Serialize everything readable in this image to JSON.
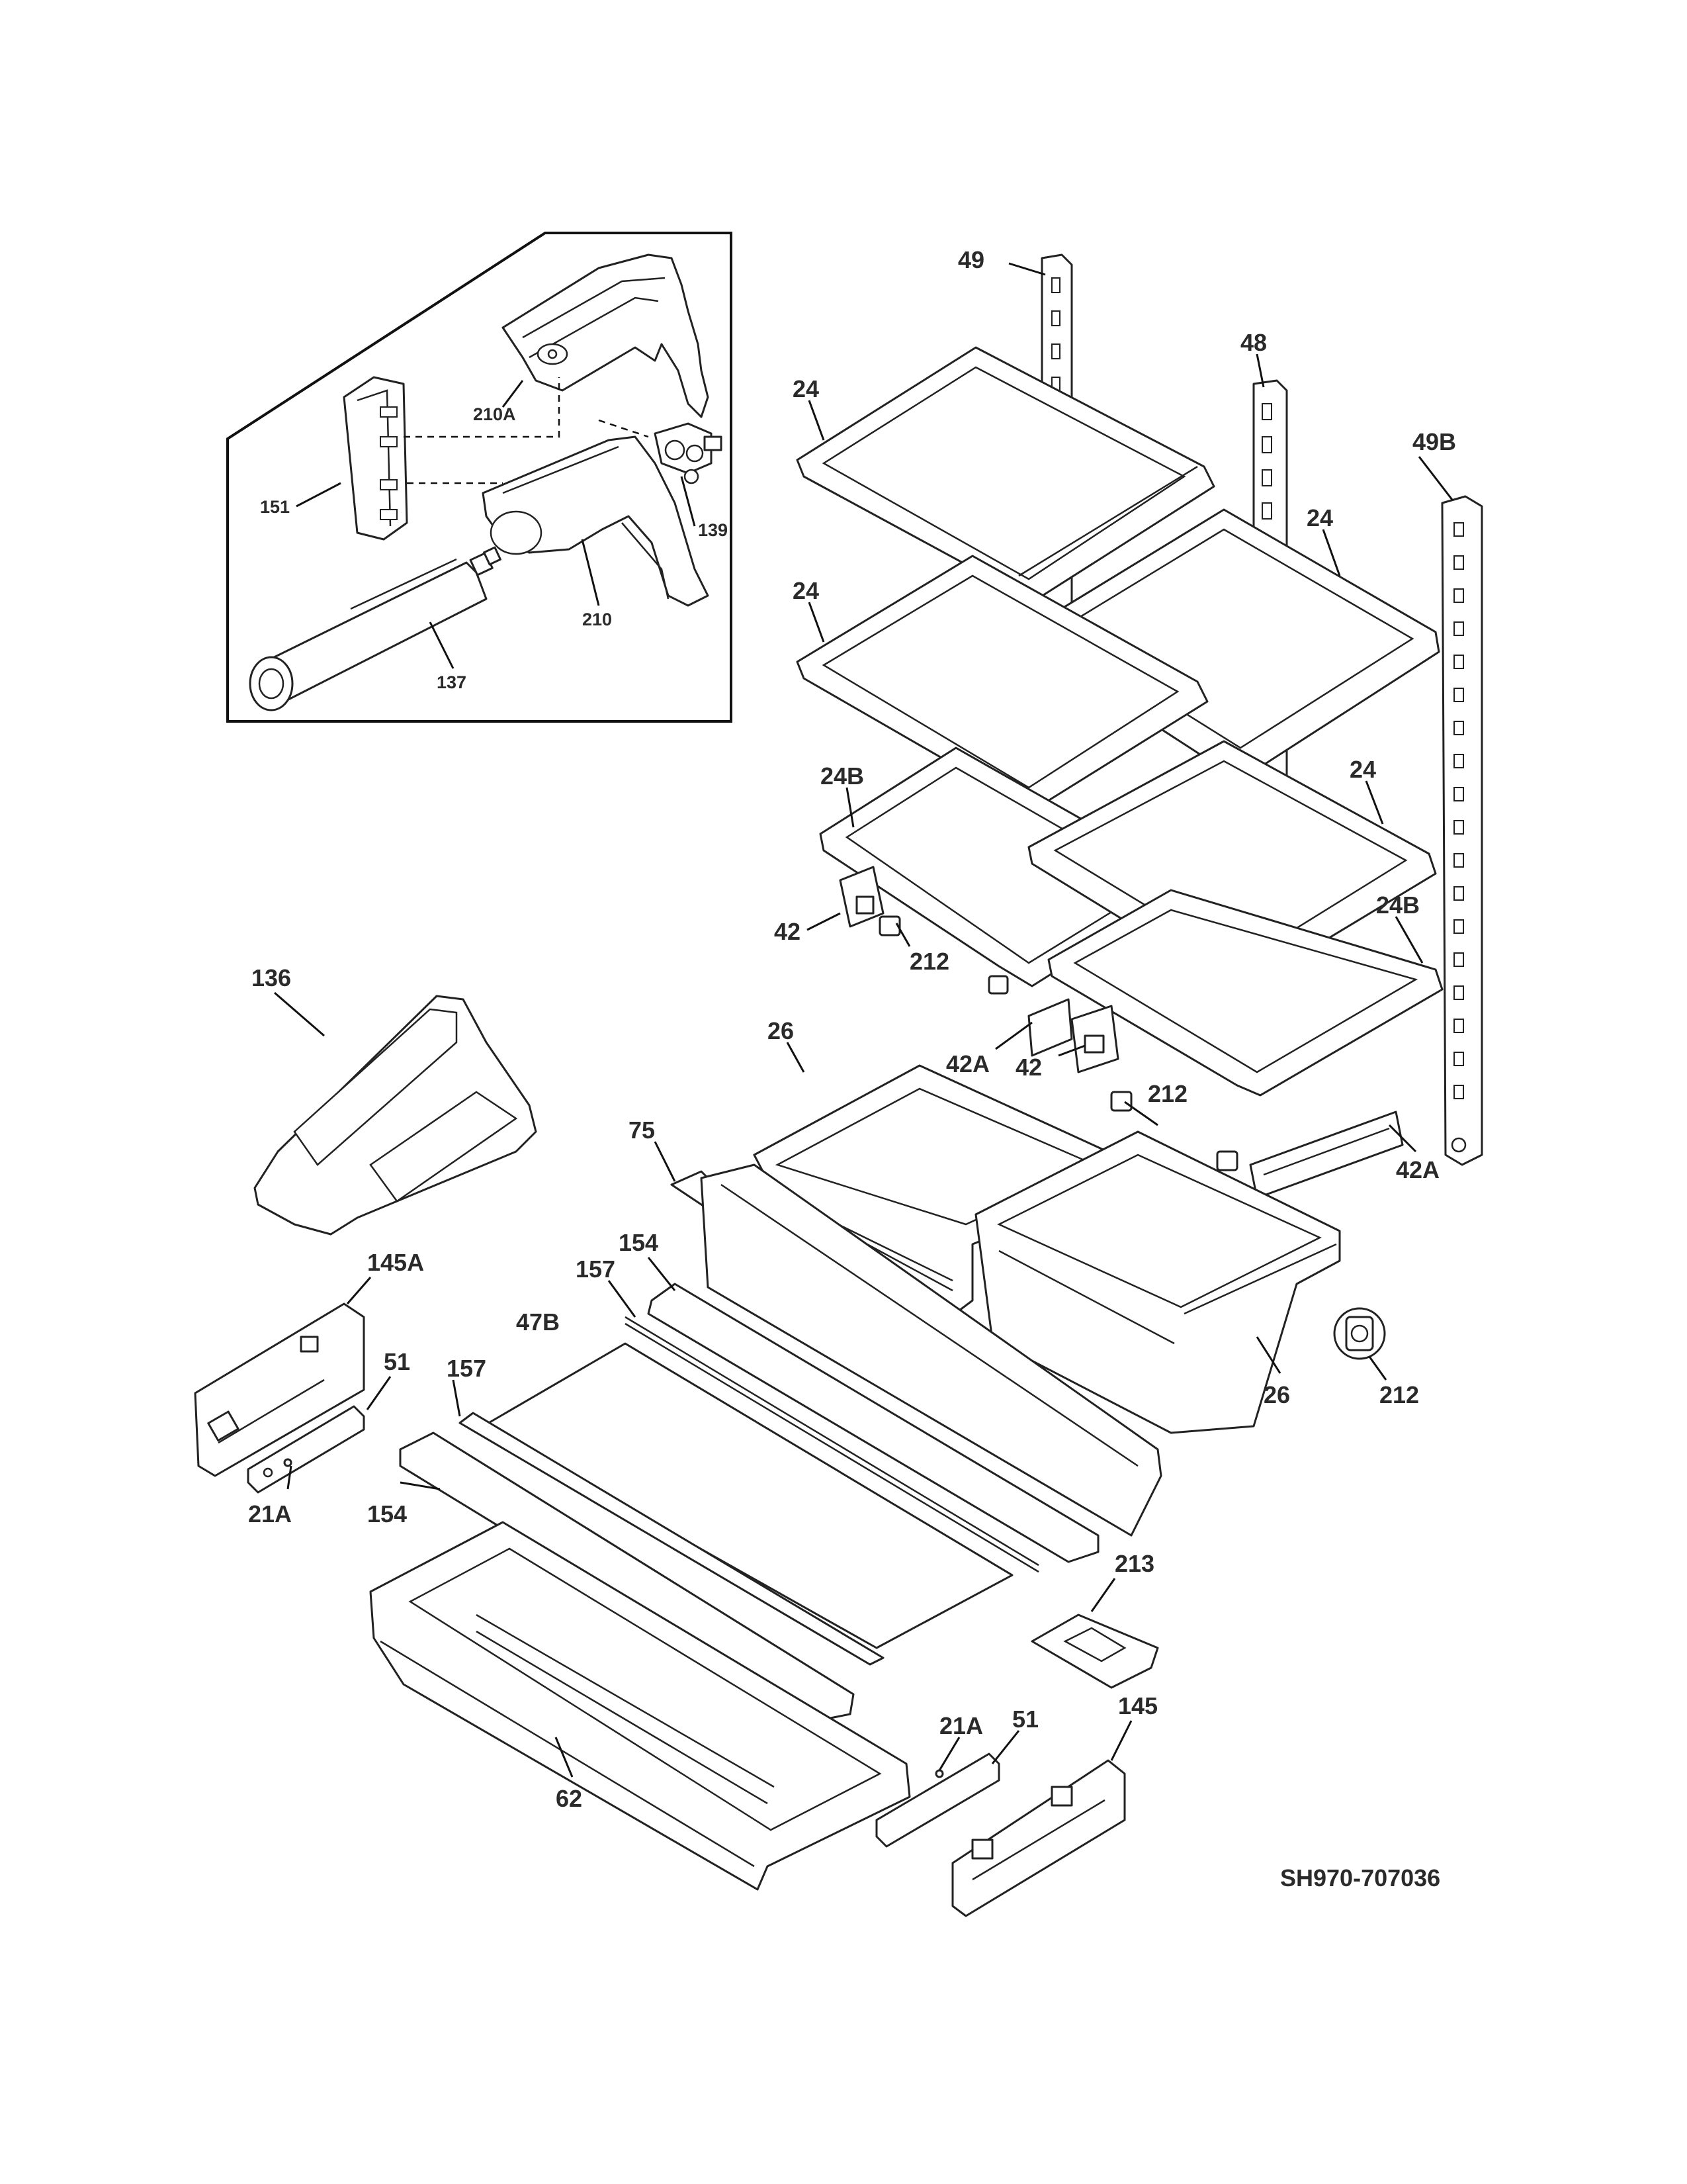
{
  "labels": {
    "l49": "49",
    "l48": "48",
    "l49b": "49B",
    "l24_a": "24",
    "l24_b": "24",
    "l24_c": "24",
    "l24_d": "24",
    "l24b_a": "24B",
    "l24b_b": "24B",
    "l42_a": "42",
    "l42_b": "42",
    "l42a_a": "42A",
    "l42a_b": "42A",
    "l212_a": "212",
    "l212_b": "212",
    "l212_c": "212",
    "l26_a": "26",
    "l26_b": "26",
    "l136": "136",
    "l75": "75",
    "l154_a": "154",
    "l154_b": "154",
    "l157_a": "157",
    "l157_b": "157",
    "l47b": "47B",
    "l145a": "145A",
    "l51_a": "51",
    "l51_b": "51",
    "l21a_a": "21A",
    "l21a_b": "21A",
    "l213": "213",
    "l145": "145",
    "l62": "62",
    "l210a": "210A",
    "l151": "151",
    "l139": "139",
    "l210": "210",
    "l137": "137"
  },
  "diagram_code": "SH970-707036"
}
